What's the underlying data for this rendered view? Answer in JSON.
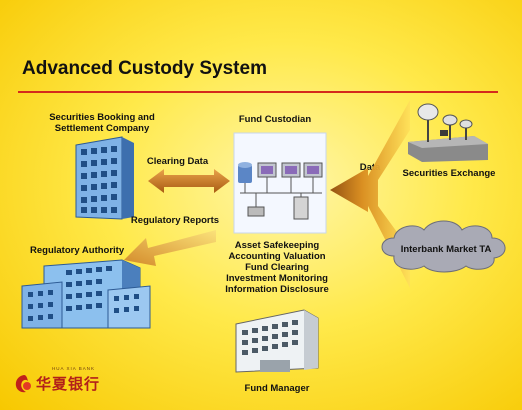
{
  "slide": {
    "title": "Advanced Custody System",
    "accent_color": "#d42a1c",
    "background_color": "#ffe94a"
  },
  "nodes": {
    "booking": {
      "line1": "Securities Booking and",
      "line2": "Settlement Company",
      "icon": "office-building-icon"
    },
    "custodian": {
      "label": "Fund Custodian",
      "icon": "computer-network-icon"
    },
    "exchange": {
      "label": "Securities Exchange",
      "icon": "satellite-dish-icon"
    },
    "interbank": {
      "label": "Interbank Market TA",
      "icon": "cloud-icon"
    },
    "regulator": {
      "label": "Regulatory Authority",
      "icon": "office-building-icon"
    },
    "manager": {
      "label": "Fund Manager",
      "icon": "office-building-icon"
    }
  },
  "functions": [
    "Asset Safekeeping",
    "Accounting Valuation",
    "Fund Clearing",
    "Investment Monitoring",
    "Information Disclosure"
  ],
  "edges": {
    "clearing": "Clearing Data",
    "regulatory": "Regulatory Reports",
    "data": "Data"
  },
  "logo": {
    "chinese": "华夏银行",
    "english": "HUA XIA BANK"
  }
}
